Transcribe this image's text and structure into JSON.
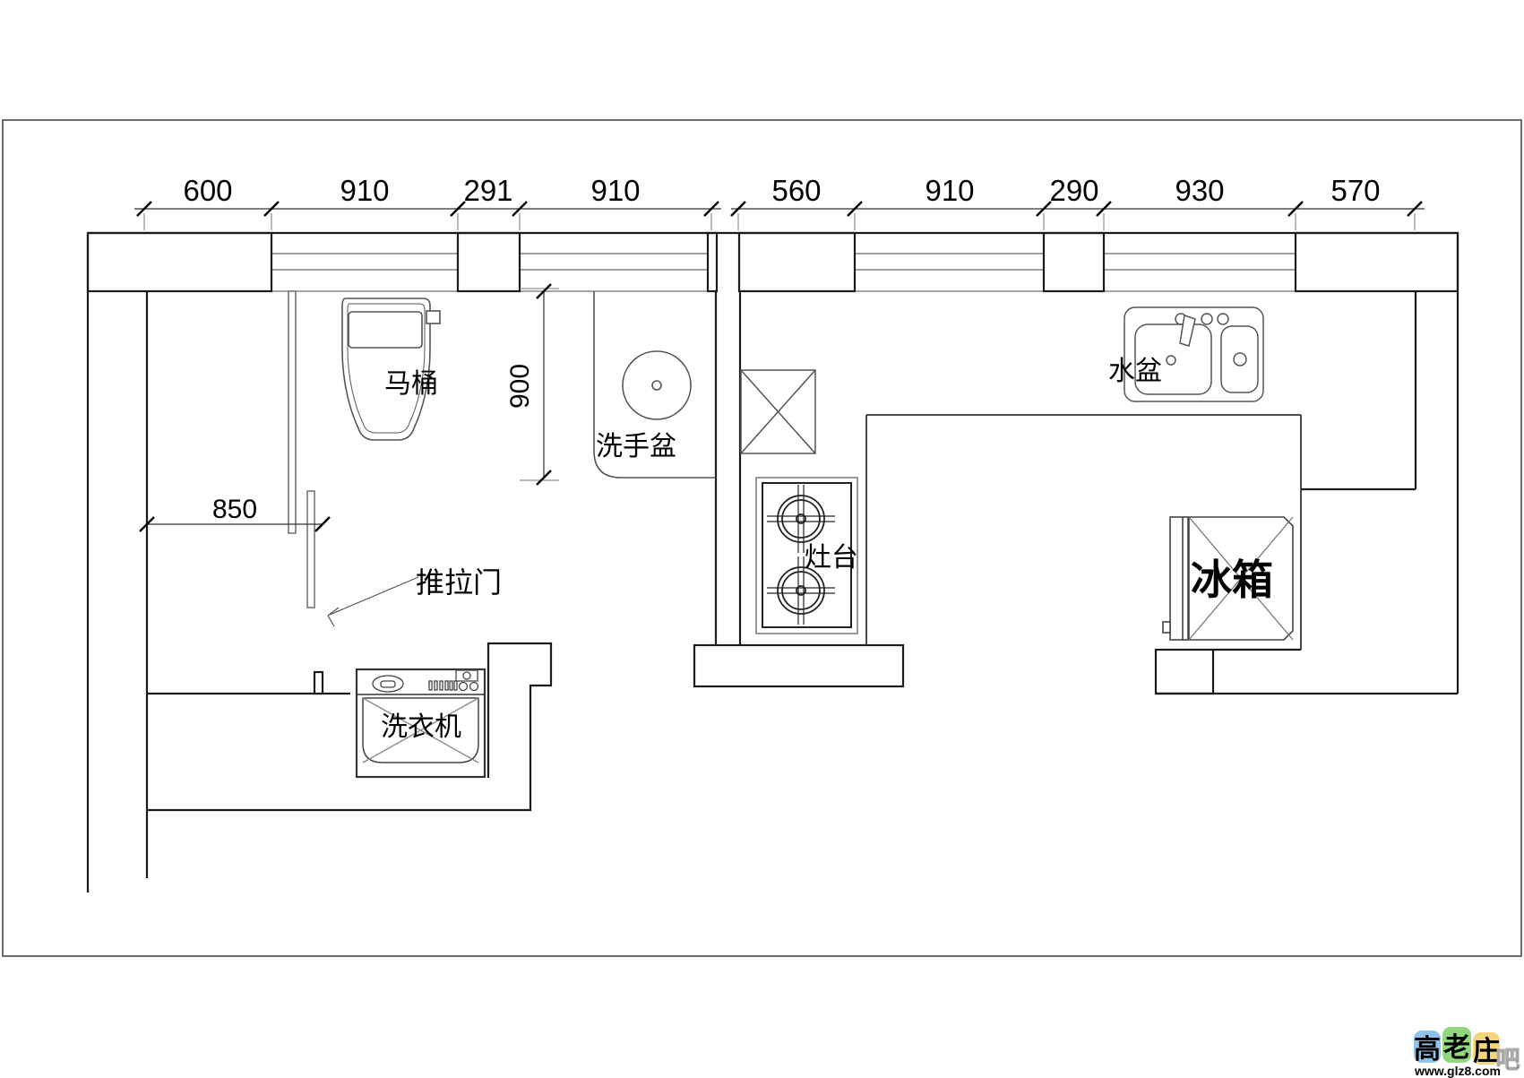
{
  "page": {
    "background": "#ffffff",
    "wall_color": "#1b1b1b",
    "fixture_color": "#555555"
  },
  "dimensions": {
    "top": [
      "600",
      "910",
      "291",
      "910",
      "560",
      "910",
      "290",
      "930",
      "570"
    ],
    "height_900": "900",
    "width_850": "850"
  },
  "labels": {
    "toilet": "马桶",
    "hand_basin": "洗手盆",
    "sliding_door": "推拉门",
    "washing_machine": "洗衣机",
    "stove": "灶台",
    "kitchen_sink": "水盆",
    "fridge": "冰箱"
  },
  "watermark": {
    "chars": [
      "高",
      "老",
      "庄",
      "吧"
    ],
    "url": "www.glz8.com",
    "square_colors": [
      "#8fc3ec",
      "#90d77f",
      "#f3d57b"
    ],
    "char_color": "#a0a0a0",
    "url_color": "#e87e7e"
  }
}
